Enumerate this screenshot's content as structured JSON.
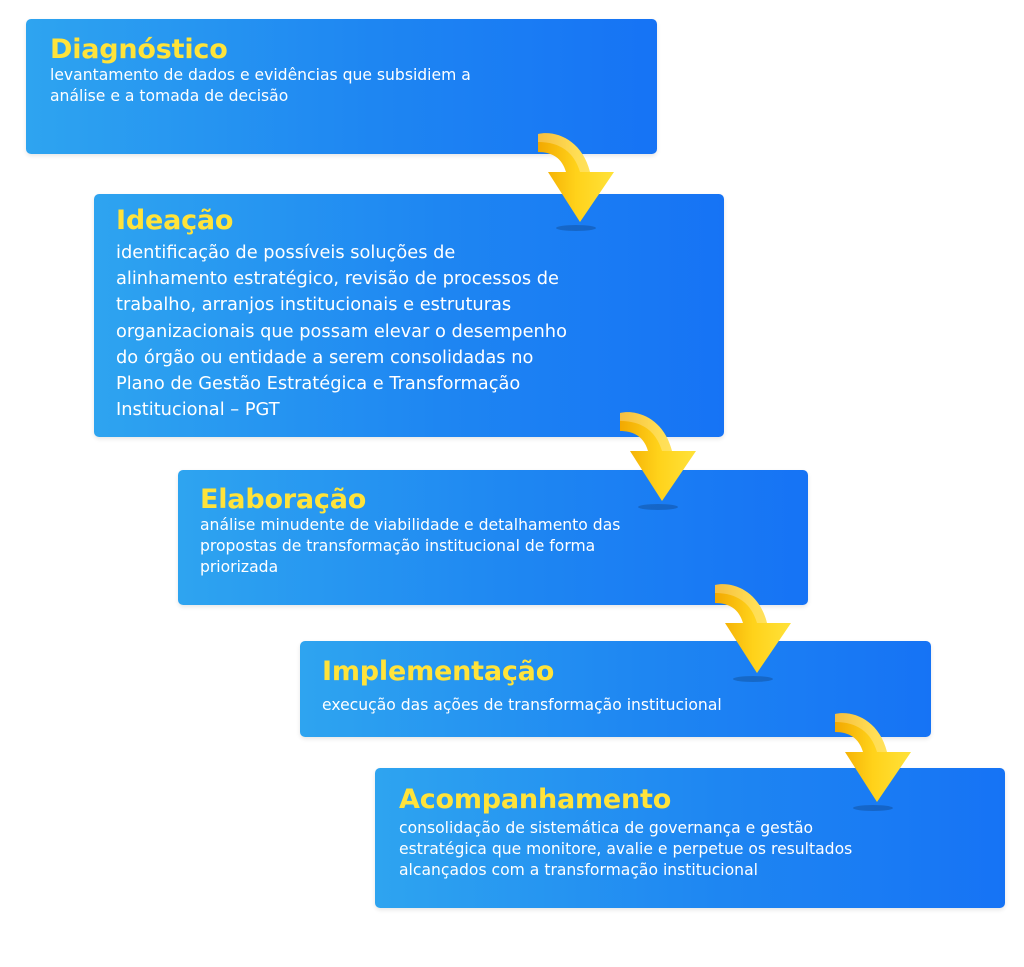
{
  "steps": [
    {
      "title": "Diagnóstico",
      "lines": [
        "levantamento de dados e evidências que subsidiem a",
        "análise e a tomada de decisão"
      ]
    },
    {
      "title": "Ideação",
      "lines": [
        "identificação de possíveis soluções de",
        "alinhamento estratégico, revisão de processos de",
        "trabalho, arranjos institucionais e estruturas",
        "organizacionais que possam elevar o desempenho",
        "do órgão ou entidade a serem consolidadas no",
        "Plano de Gestão Estratégica e Transformação",
        "Institucional – PGT"
      ]
    },
    {
      "title": "Elaboração",
      "lines": [
        "análise minudente de viabilidade e detalhamento das",
        "propostas de transformação institucional de forma",
        "priorizada"
      ]
    },
    {
      "title": "Implementação",
      "lines": [
        "execução das ações de transformação institucional"
      ]
    },
    {
      "title": "Acompanhamento",
      "lines": [
        "consolidação de sistemática de governança e gestão",
        "estratégica que monitore, avalie e perpetue os resultados",
        "alcançados com a transformação institucional"
      ]
    }
  ],
  "colors": {
    "box_gradient_start": "#2ea4f0",
    "box_gradient_end": "#1673f5",
    "title": "#ffe33a",
    "text": "#ffffff",
    "arrow_light": "#ffe23a",
    "arrow_dark": "#f2a800"
  },
  "icons": {
    "connector": "curved-down-arrow-icon"
  }
}
